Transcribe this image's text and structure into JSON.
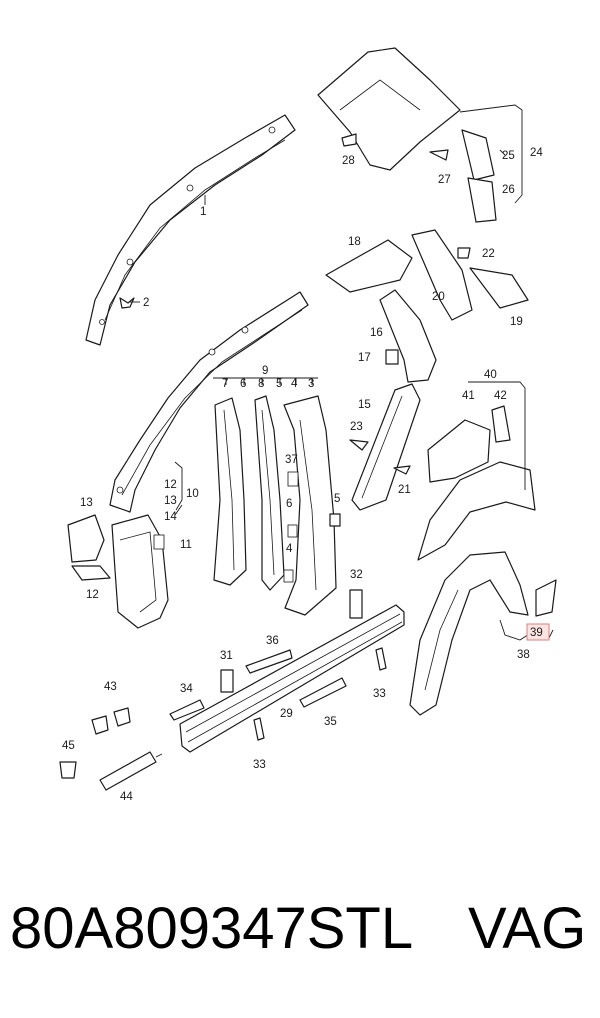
{
  "callouts": {
    "c1": "1",
    "c2": "2",
    "c3": "3",
    "c4a": "4",
    "c4b": "4",
    "c5a": "5",
    "c5b": "5",
    "c6a": "6",
    "c6b": "6",
    "c7": "7",
    "c8": "8",
    "c9": "9",
    "c10": "10",
    "c11": "11",
    "c12a": "12",
    "c12b": "12",
    "c13a": "13",
    "c13b": "13",
    "c14": "14",
    "c15": "15",
    "c16": "16",
    "c17": "17",
    "c18": "18",
    "c19": "19",
    "c20": "20",
    "c21": "21",
    "c22": "22",
    "c23": "23",
    "c24": "24",
    "c25": "25",
    "c26": "26",
    "c27": "27",
    "c28": "28",
    "c29": "29",
    "c31": "31",
    "c32": "32",
    "c33a": "33",
    "c33b": "33",
    "c34": "34",
    "c35": "35",
    "c36": "36",
    "c37": "37",
    "c38": "38",
    "c39": "39",
    "c40": "40",
    "c41": "41",
    "c42": "42",
    "c43": "43",
    "c44": "44",
    "c45": "45"
  },
  "highlight_color": "#d98080",
  "footer": {
    "part_number": "80A809347STL",
    "brand": "VAG"
  }
}
